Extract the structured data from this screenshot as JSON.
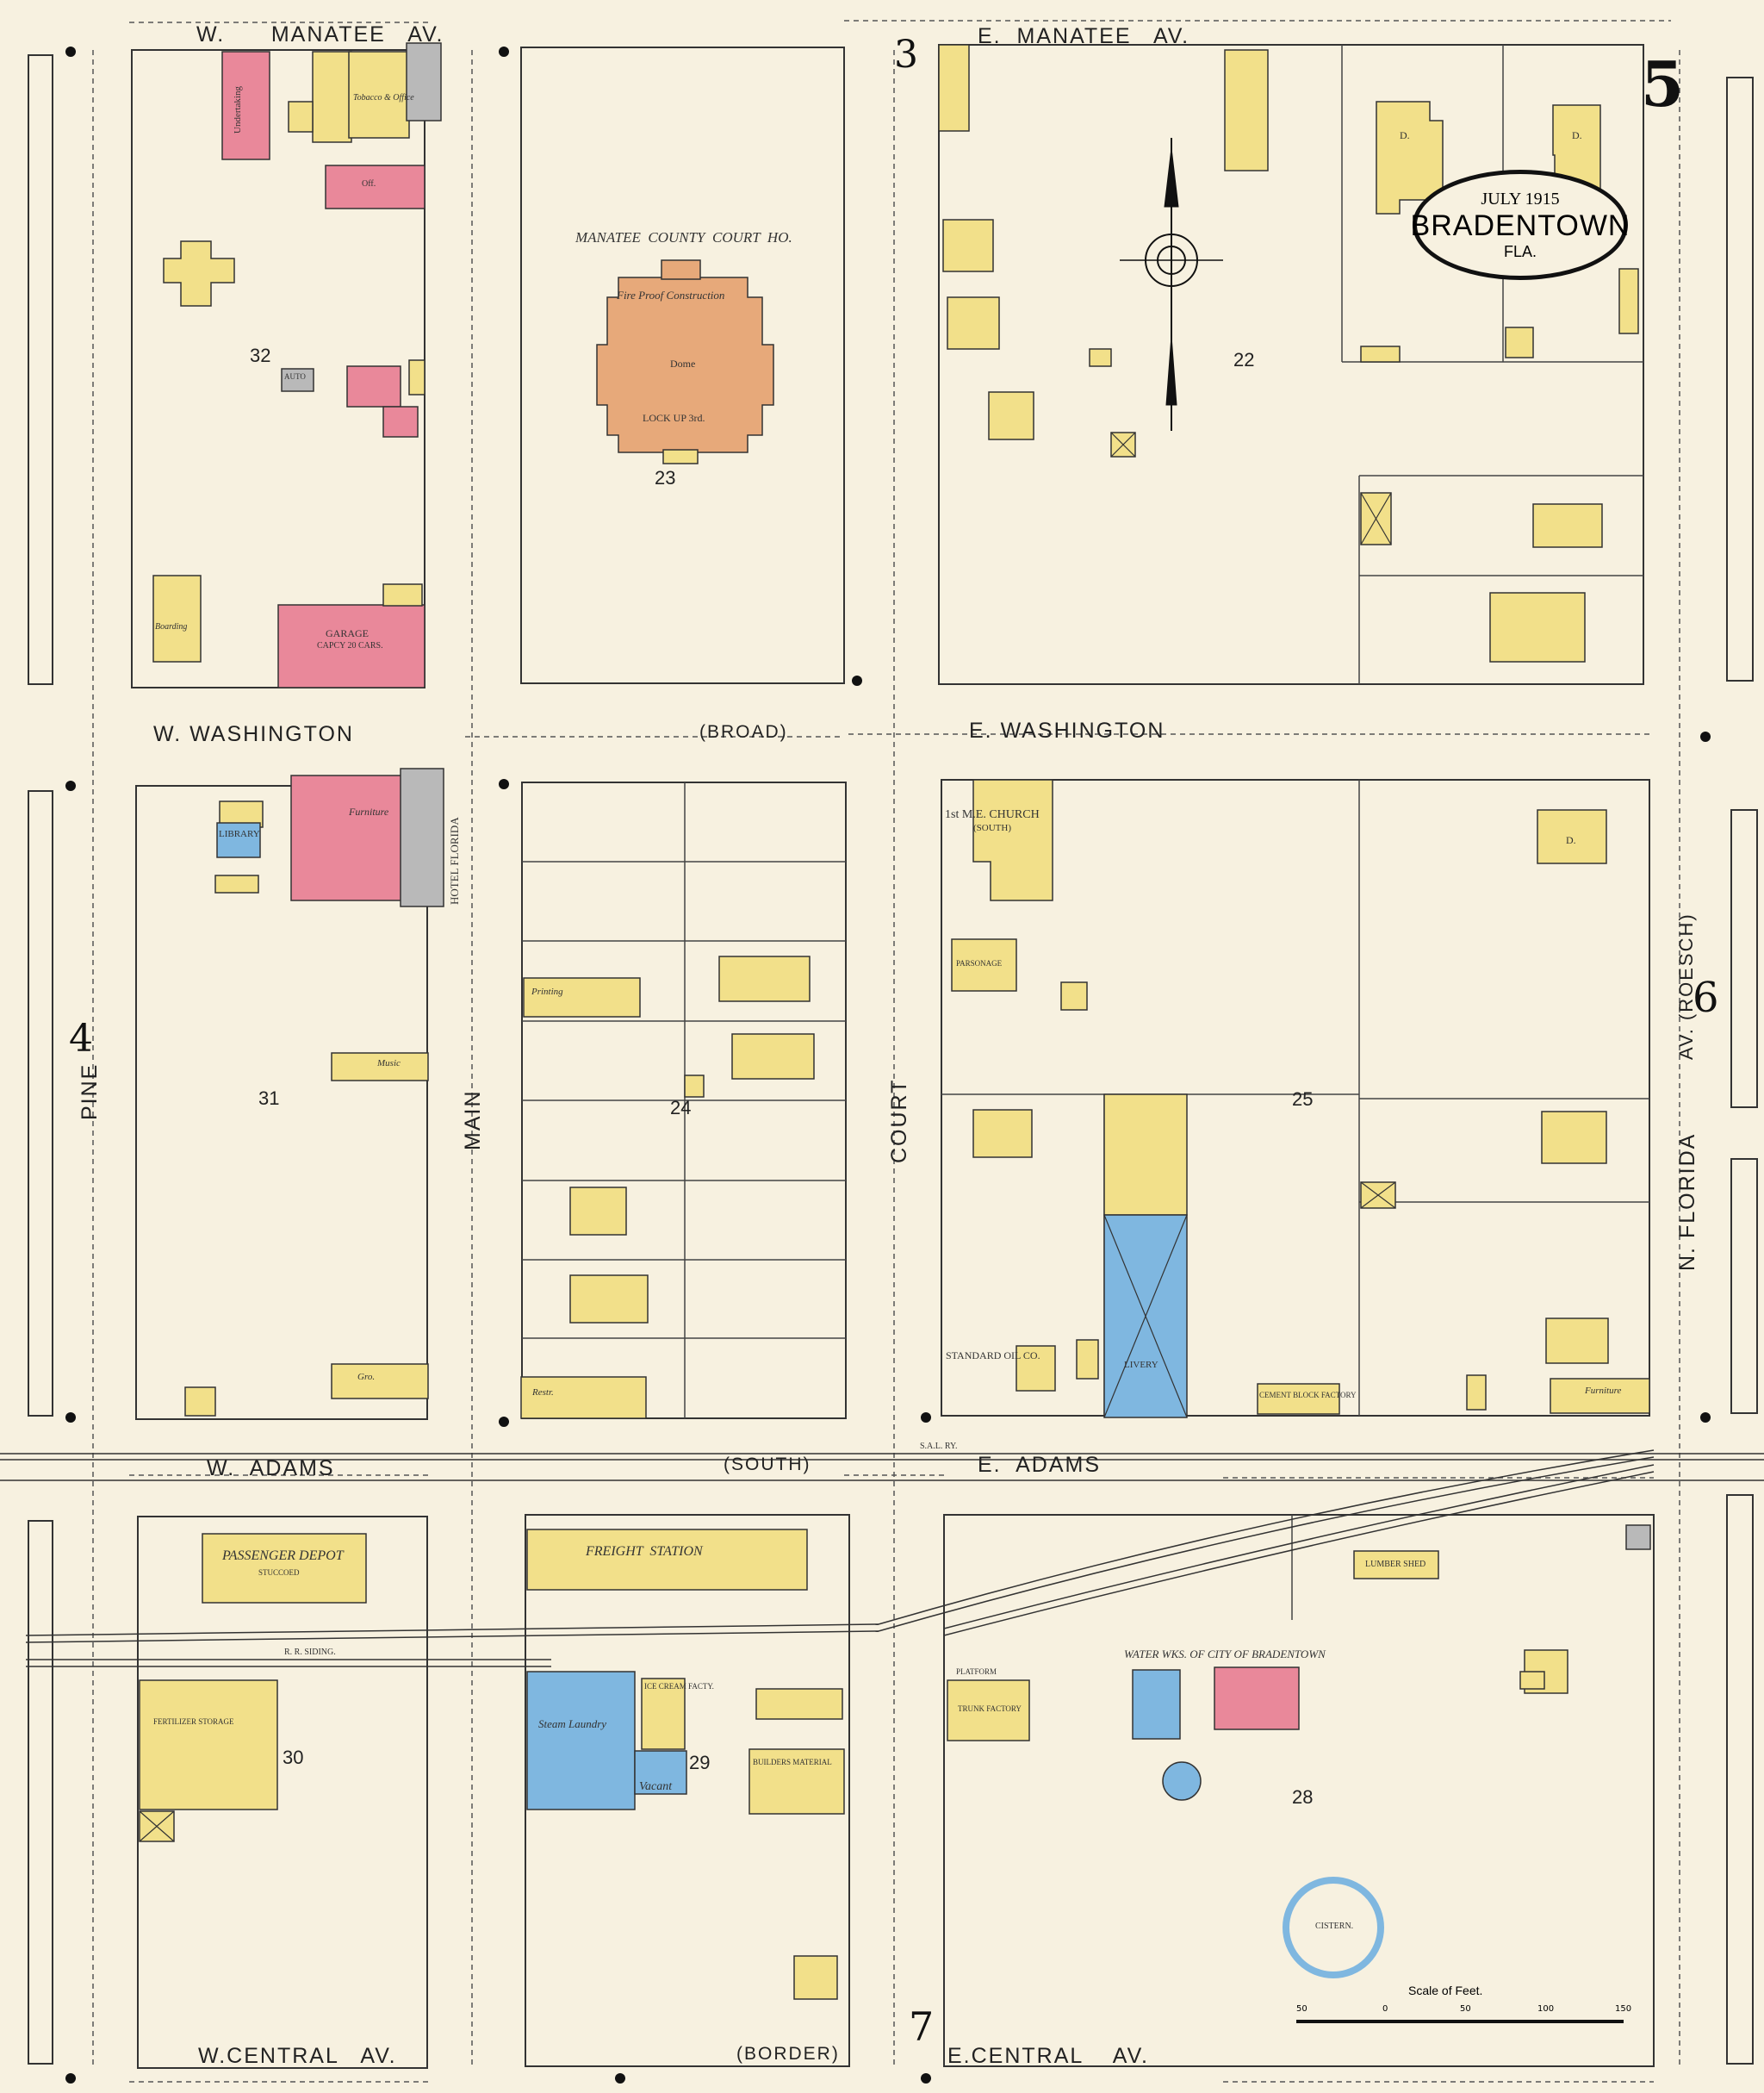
{
  "map": {
    "sheet_number": "5",
    "title": {
      "date": "JULY 1915",
      "city": "BRADENTOWN",
      "state": "FLA."
    },
    "adjacent_sheets": {
      "left": "4",
      "right": "6",
      "top": "3",
      "bottom": "7"
    },
    "streets": {
      "manatee_w": "W.      MANATEE   AV.",
      "manatee_e": "E.  MANATEE   AV.",
      "washington_w": "W. WASHINGTON",
      "washington_broad": "(BROAD)",
      "washington_e": "E. WASHINGTON",
      "adams_w": "W.  ADAMS",
      "adams_south": "(SOUTH)",
      "adams_e": "E.  ADAMS",
      "central_w": "W.CENTRAL   AV.",
      "central_border": "(BORDER)",
      "central_e": "E.CENTRAL    AV.",
      "pine": "PINE",
      "main": "MAIN",
      "court": "COURT",
      "n_florida": "N. FLORIDA",
      "roesch": "AV. (ROESCH)"
    },
    "block_numbers": [
      "32",
      "23",
      "22",
      "31",
      "24",
      "25",
      "30",
      "29",
      "28"
    ],
    "labels": {
      "courthouse": "MANATEE  COUNTY  COURT  HO.",
      "courthouse_construction": "Fire Proof Construction",
      "courthouse_dome": "Dome",
      "courthouse_lockup": "LOCK UP 3rd.",
      "garage": "GARAGE",
      "garage_capacity": "CAPCY 20 CARS.",
      "library": "LIBRARY",
      "furniture": "Furniture",
      "hotel_florida": "HOTEL FLORIDA",
      "church": "1st M.E. CHURCH",
      "church_south": "(SOUTH)",
      "parsonage": "PARSONAGE",
      "standard_oil": "STANDARD OIL CO.",
      "livery": "LIVERY",
      "cement_block": "CEMENT BLOCK FACTORY",
      "furniture_e": "Furniture",
      "passenger_depot": "PASSENGER DEPOT",
      "stucco": "STUCCOED",
      "freight_station": "FREIGHT  STATION",
      "fertilizer": "FERTILIZER STORAGE",
      "steam_laundry": "Steam Laundry",
      "ice_cream": "ICE CREAM FACTY.",
      "vacant": "Vacant",
      "builders_material": "BUILDERS MATERIAL",
      "water_works": "WATER WKS. OF CITY OF BRADENTOWN",
      "cistern": "CISTERN.",
      "lumber_shed": "LUMBER SHED",
      "platform": "PLATFORM",
      "trunk_factory": "TRUNK FACTORY",
      "rr_siding": "R. R. SIDING.",
      "sal_ry": "S.A.L. RY.",
      "printing": "Printing",
      "music": "Music",
      "restr": "Restr.",
      "gro": "Gro.",
      "undertaking": "Undertaking",
      "tobacco": "Tobacco & Office",
      "auto": "AUTO",
      "off": "Off.",
      "boarding": "Boarding",
      "dwelling": "D."
    },
    "scale": {
      "title": "Scale of Feet.",
      "ticks": [
        "50",
        "0",
        "50",
        "100",
        "150"
      ]
    },
    "colors": {
      "paper": "#f7f1e0",
      "frame_yellow": "#f2e08a",
      "brick_pink": "#e9889a",
      "stone_blue": "#7fb7e0",
      "fireproof_brown": "#e7a97a",
      "iron_gray": "#b9b9b9",
      "ink": "#1d1d1d"
    }
  }
}
